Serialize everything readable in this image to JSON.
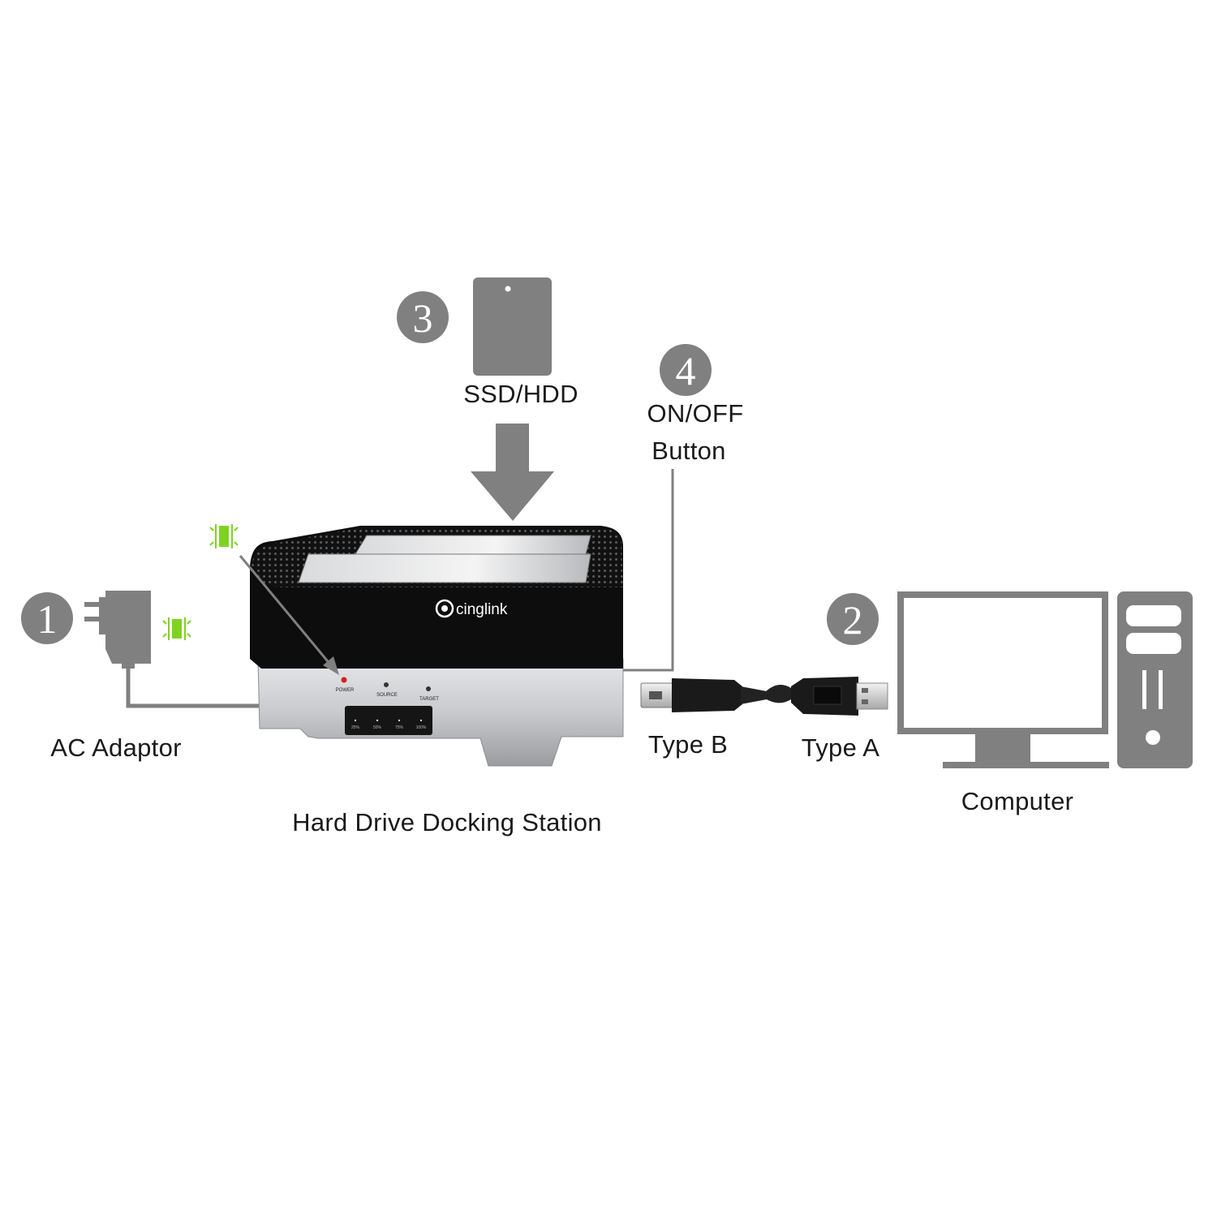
{
  "steps": [
    {
      "number": "1",
      "label": "AC Adaptor"
    },
    {
      "number": "2",
      "label": "Computer"
    },
    {
      "number": "3",
      "label": "SSD/HDD"
    },
    {
      "number": "4",
      "label_line1": "ON/OFF",
      "label_line2": "Button"
    }
  ],
  "dock": {
    "caption": "Hard Drive Docking Station",
    "brand": "cinglink",
    "led_labels": [
      "POWER",
      "SOURCE",
      "TARGET"
    ],
    "progress_labels": [
      "25%",
      "50%",
      "75%",
      "100%"
    ]
  },
  "cable": {
    "end_b": "Type B",
    "end_a": "Type A"
  },
  "colors": {
    "badge": "#808080",
    "device": "#7f7f7f",
    "led_green": "#7ed321",
    "dock_body": "#0d0d0d",
    "dock_base": "#c4c6c9"
  }
}
